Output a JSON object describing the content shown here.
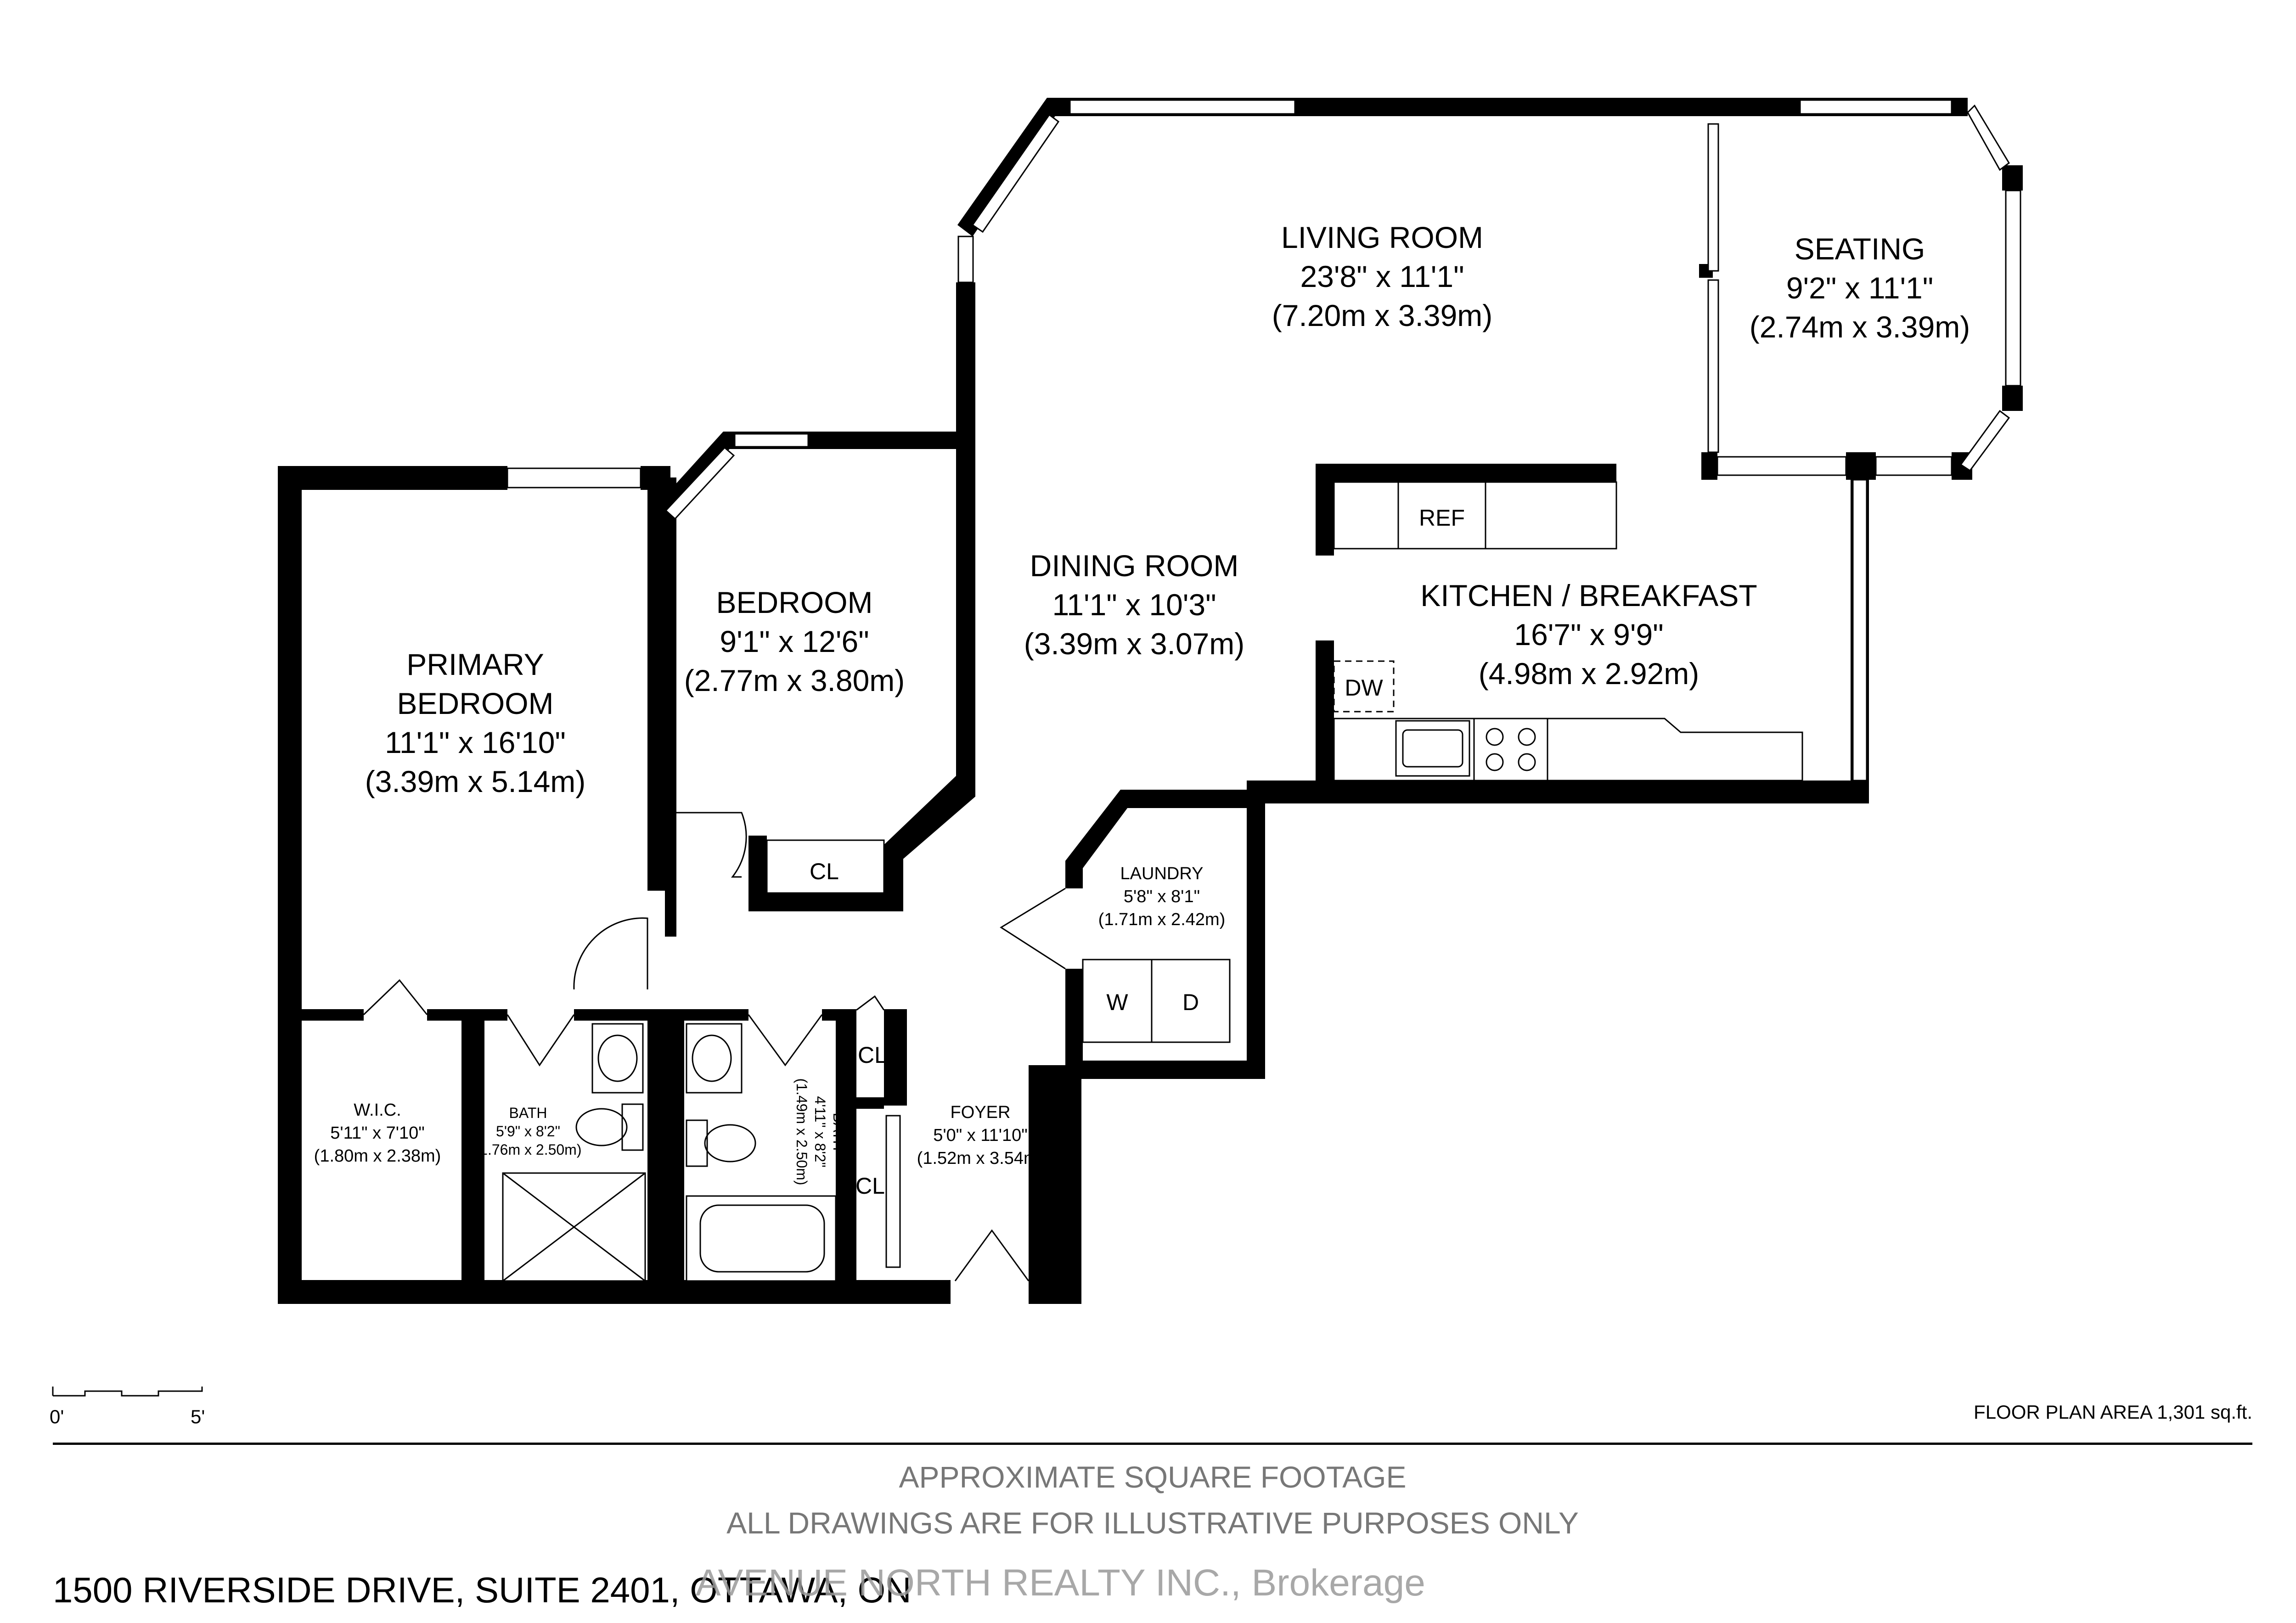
{
  "rooms": {
    "living": {
      "name": "LIVING ROOM",
      "dim_ft": "23'8\" x 11'1\"",
      "dim_m": "(7.20m x 3.39m)"
    },
    "seating": {
      "name": "SEATING",
      "dim_ft": "9'2\" x 11'1\"",
      "dim_m": "(2.74m x 3.39m)"
    },
    "dining": {
      "name": "DINING ROOM",
      "dim_ft": "11'1\" x 10'3\"",
      "dim_m": "(3.39m x 3.07m)"
    },
    "kitchen": {
      "name": "KITCHEN / BREAKFAST",
      "dim_ft": "16'7\" x 9'9\"",
      "dim_m": "(4.98m x 2.92m)"
    },
    "bedroom": {
      "name": "BEDROOM",
      "dim_ft": "9'1\" x 12'6\"",
      "dim_m": "(2.77m x 3.80m)"
    },
    "primary": {
      "name_line1": "PRIMARY",
      "name_line2": "BEDROOM",
      "dim_ft": "11'1\" x 16'10\"",
      "dim_m": "(3.39m x 5.14m)"
    },
    "laundry": {
      "name": "LAUNDRY",
      "dim_ft": "5'8\" x 8'1\"",
      "dim_m": "(1.71m x 2.42m)"
    },
    "wic": {
      "name": "W.I.C.",
      "dim_ft": "5'11\" x 7'10\"",
      "dim_m": "(1.80m x 2.38m)"
    },
    "bath1": {
      "name": "BATH",
      "dim_ft": "5'9\" x 8'2\"",
      "dim_m": "(1.76m x 2.50m)"
    },
    "bath2": {
      "name": "BATH",
      "dim_ft": "4'11\" x 8'2\"",
      "dim_m": "(1.49m x 2.50m)"
    },
    "foyer": {
      "name": "FOYER",
      "dim_ft": "5'0\" x 11'10\"",
      "dim_m": "(1.52m x 3.54m)"
    }
  },
  "fixtures": {
    "ref": "REF",
    "dw": "DW",
    "washer": "W",
    "dryer": "D",
    "closet": "CL"
  },
  "scale": {
    "start": "0'",
    "end": "5'"
  },
  "area_note": "FLOOR PLAN AREA 1,301 sq.ft.",
  "disclaimer": {
    "line1": "APPROXIMATE SQUARE FOOTAGE",
    "line2": "ALL DRAWINGS ARE FOR ILLUSTRATIVE PURPOSES ONLY"
  },
  "address": "1500 RIVERSIDE DRIVE, SUITE 2401, OTTAWA, ON",
  "watermark": "AVENUE NORTH REALTY INC., Brokerage"
}
